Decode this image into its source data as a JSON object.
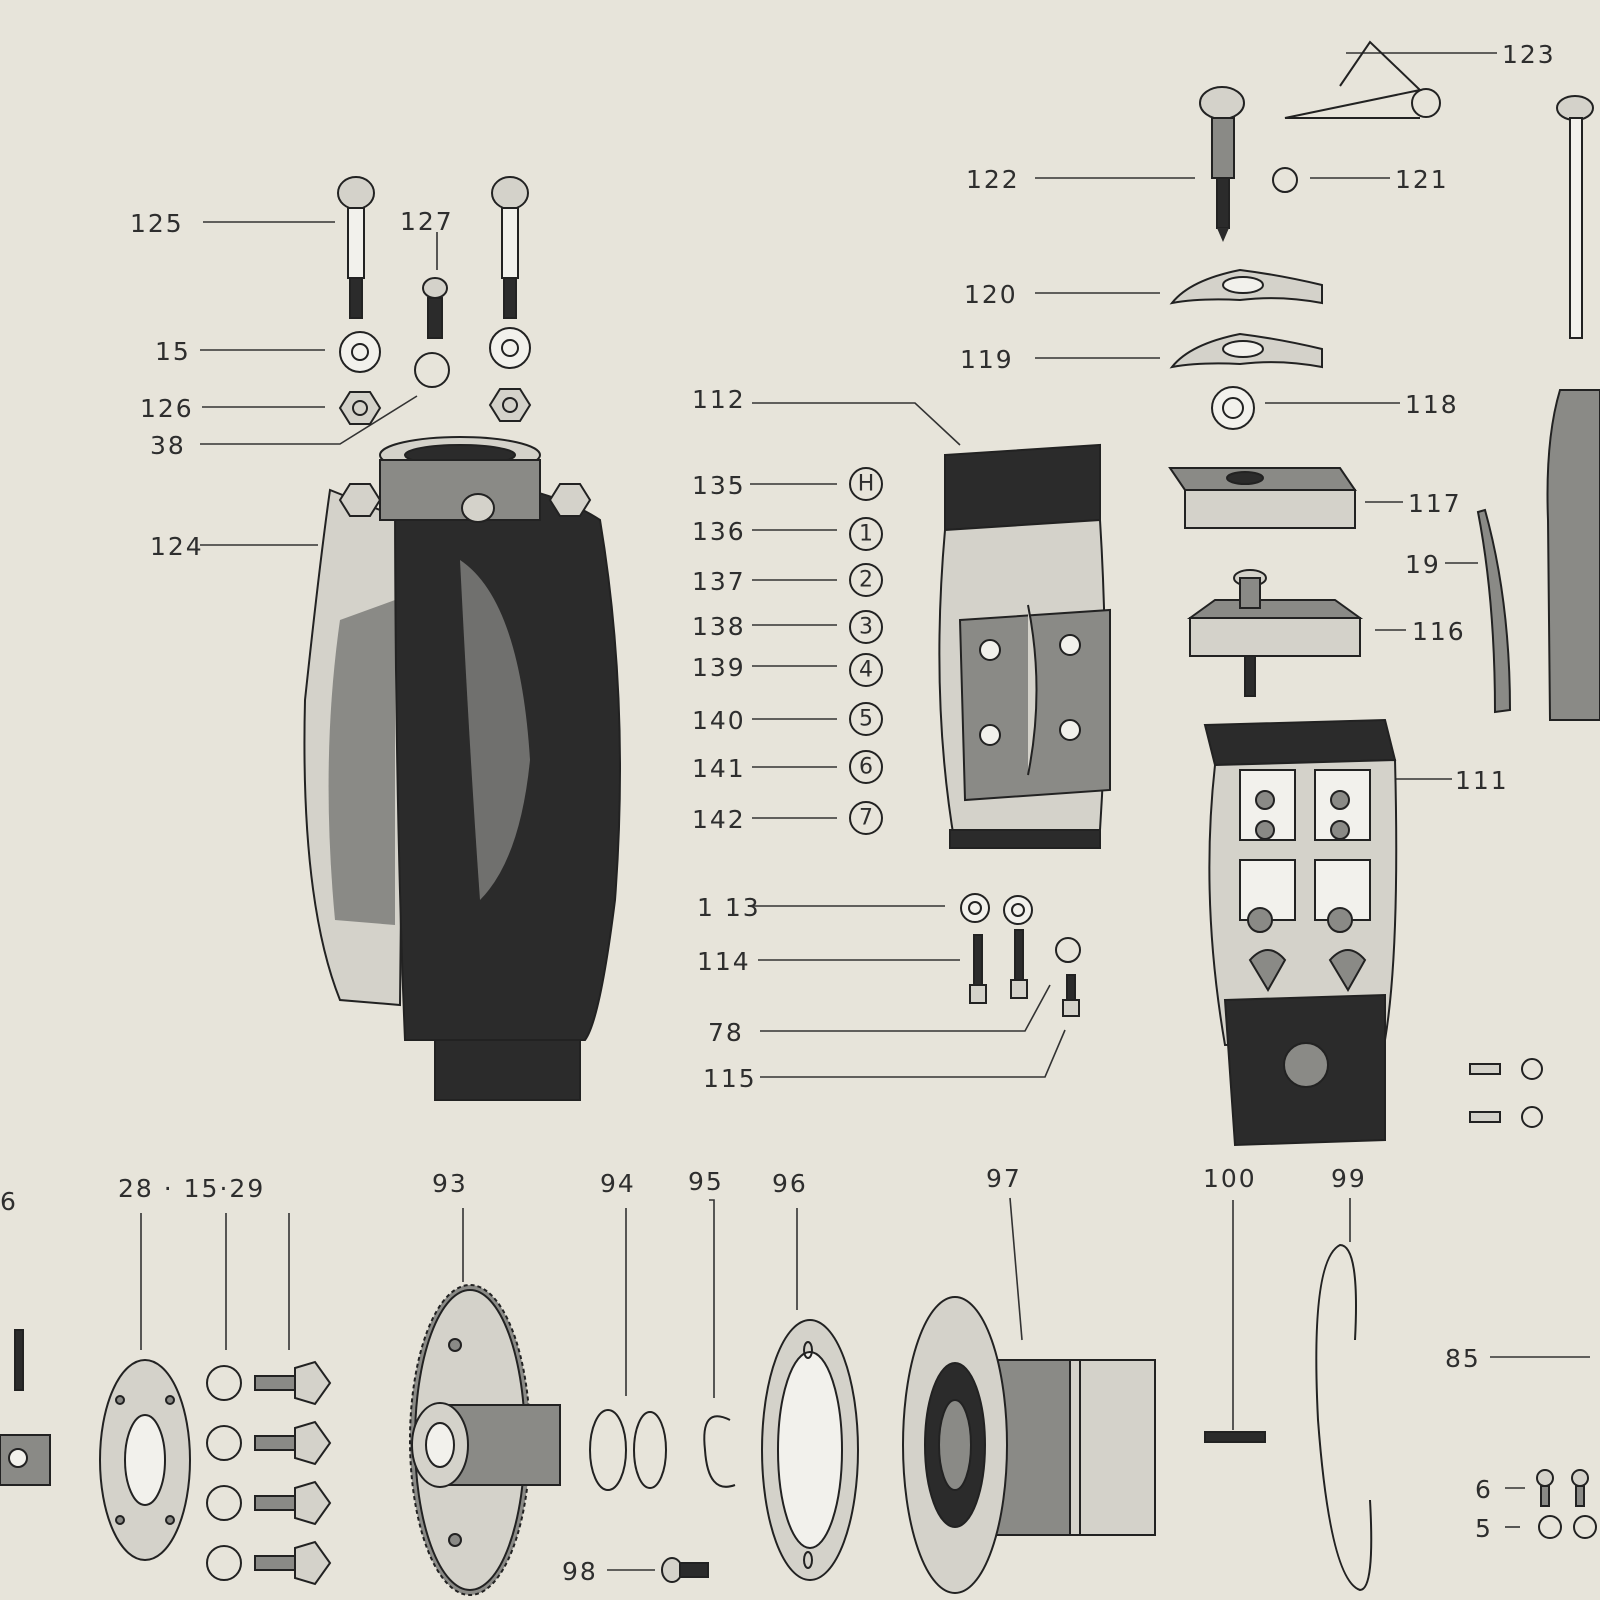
{
  "labels": {
    "l123": "123",
    "l122": "122",
    "l121": "121",
    "l125": "125",
    "l127": "127",
    "l120": "120",
    "l119": "119",
    "l15": "15",
    "l126": "126",
    "l38": "38",
    "l112": "112",
    "l118": "118",
    "l135": "135",
    "l136": "136",
    "l137": "137",
    "l138": "138",
    "l139": "139",
    "l140": "140",
    "l141": "141",
    "l142": "142",
    "l117": "117",
    "l19": "19",
    "l116": "116",
    "l124": "124",
    "l111": "111",
    "l113": "1 13",
    "l114": "114",
    "l78": "78",
    "l115": "115",
    "l28_15_29": "28 · 15·29",
    "l6a": "6",
    "l93": "93",
    "l94": "94",
    "l95": "95",
    "l96": "96",
    "l97": "97",
    "l100": "100",
    "l99": "99",
    "l85": "85",
    "l98": "98",
    "l6b": "6",
    "l5": "5"
  },
  "circled": {
    "c135": "H",
    "c136": "1",
    "c137": "2",
    "c138": "3",
    "c139": "4",
    "c140": "5",
    "c141": "6",
    "c142": "7"
  }
}
